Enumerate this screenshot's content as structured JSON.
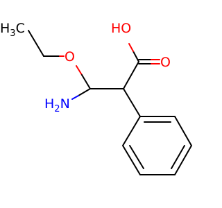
{
  "molecule": {
    "atoms": {
      "methyl": {
        "label": "H",
        "sub": "3",
        "tail": "C",
        "color": "#000000"
      },
      "hydroxyl": {
        "label": "HO",
        "color": "#ff0000"
      },
      "carbonyl_o": {
        "label": "O",
        "color": "#ff0000"
      },
      "ether_o": {
        "label": "O",
        "color": "#ff0000"
      },
      "amine": {
        "label": "H",
        "sub": "2",
        "tail": "N",
        "color": "#0000ff"
      }
    },
    "colors": {
      "carbon_bond": "#000000",
      "oxygen": "#ff0000",
      "nitrogen": "#0000ff",
      "background": "#ffffff"
    }
  }
}
